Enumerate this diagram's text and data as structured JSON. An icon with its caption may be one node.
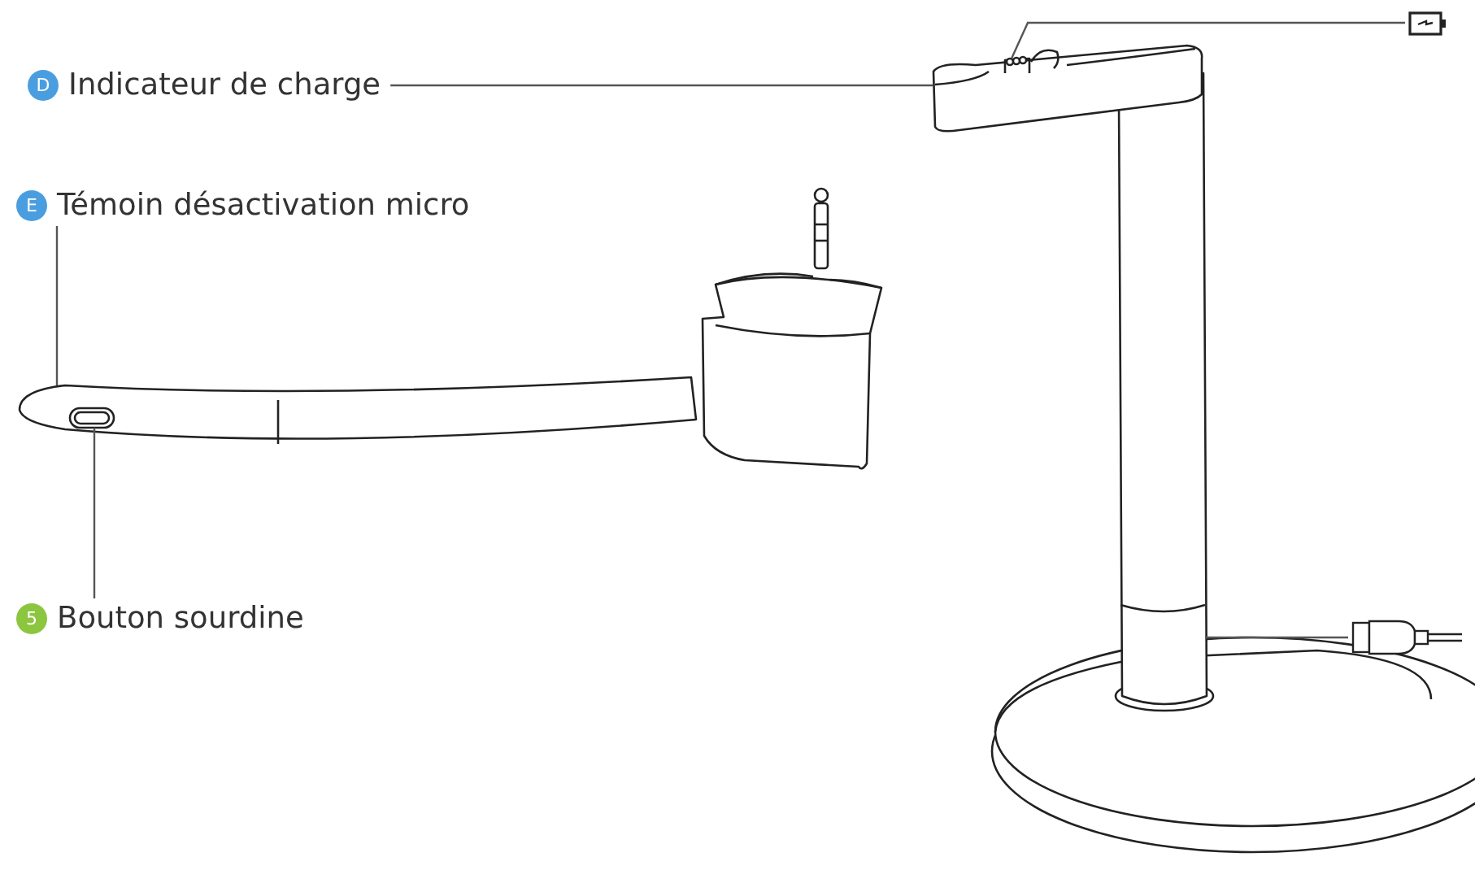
{
  "diagram": {
    "nodes": [
      {
        "text": [
          "D",
          "Indicateur de charge"
        ]
      },
      {
        "text": [
          "E",
          "Témoin désactivation micro"
        ]
      },
      {
        "text": [
          "5",
          "Bouton sourdine"
        ]
      },
      {
        "text": [],
        "shape": "battery"
      },
      {
        "text": [],
        "shape": "plug"
      }
    ],
    "edges": [
      {
        "from": 0,
        "to": null,
        "arrow": "none"
      },
      {
        "from": 1,
        "to": null,
        "arrow": "none"
      },
      {
        "from": 2,
        "to": null,
        "arrow": "none"
      },
      {
        "from": 3,
        "to": null,
        "arrow": "none"
      },
      {
        "from": 4,
        "to": null,
        "arrow": "none"
      }
    ]
  }
}
